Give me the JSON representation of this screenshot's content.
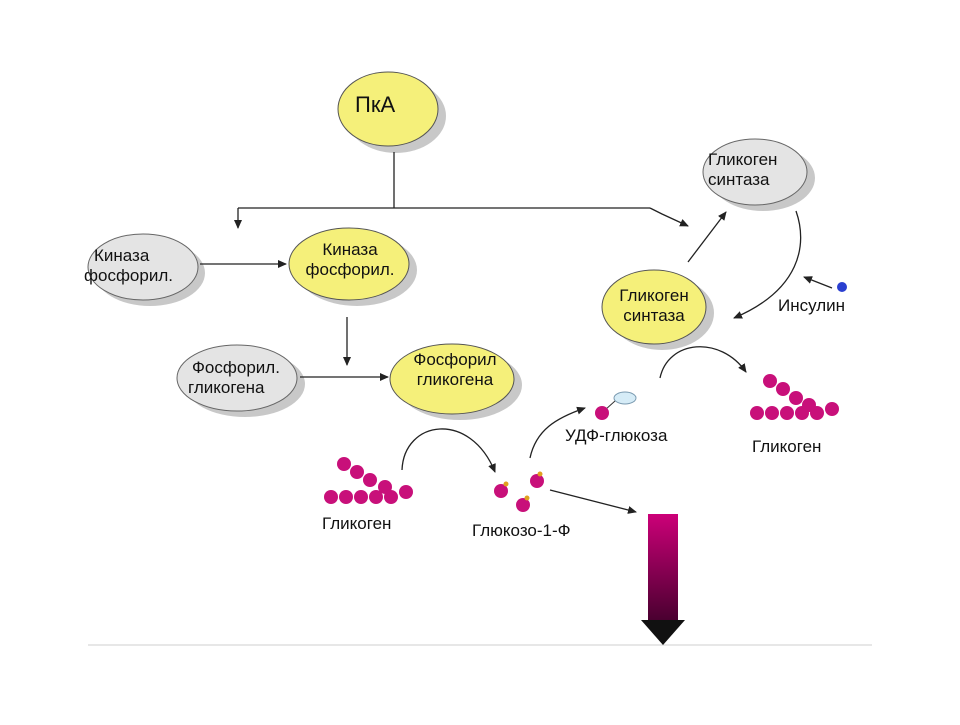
{
  "nodes": {
    "pka": "ПкА",
    "kinase_inactive": [
      "Киназа",
      "фосфорил."
    ],
    "kinase_active": [
      "Киназа",
      "фосфорил."
    ],
    "phosphorylase_inactive": [
      "Фосфорил.",
      "гликогена"
    ],
    "phosphorylase_active": [
      "Фосфорил",
      "гликогена"
    ],
    "synthase_top": [
      "Гликоген",
      "синтаза"
    ],
    "synthase_bottom": [
      "Гликоген",
      "синтаза"
    ]
  },
  "labels": {
    "insulin": "Инсулин",
    "udp_glucose": "УДФ-глюкоза",
    "glycogen_left": "Гликоген",
    "glycogen_right": "Гликоген",
    "glucose_1p": "Глюкозо-1-Ф"
  },
  "colors": {
    "active": "#f5f07a",
    "inactive": "#e4e4e4",
    "molecule": "#c8107a",
    "insulin": "#2a3fd0",
    "udp": "#d6ecf7",
    "arrow_top": "#c0006a",
    "arrow_bottom": "#5a0034"
  }
}
